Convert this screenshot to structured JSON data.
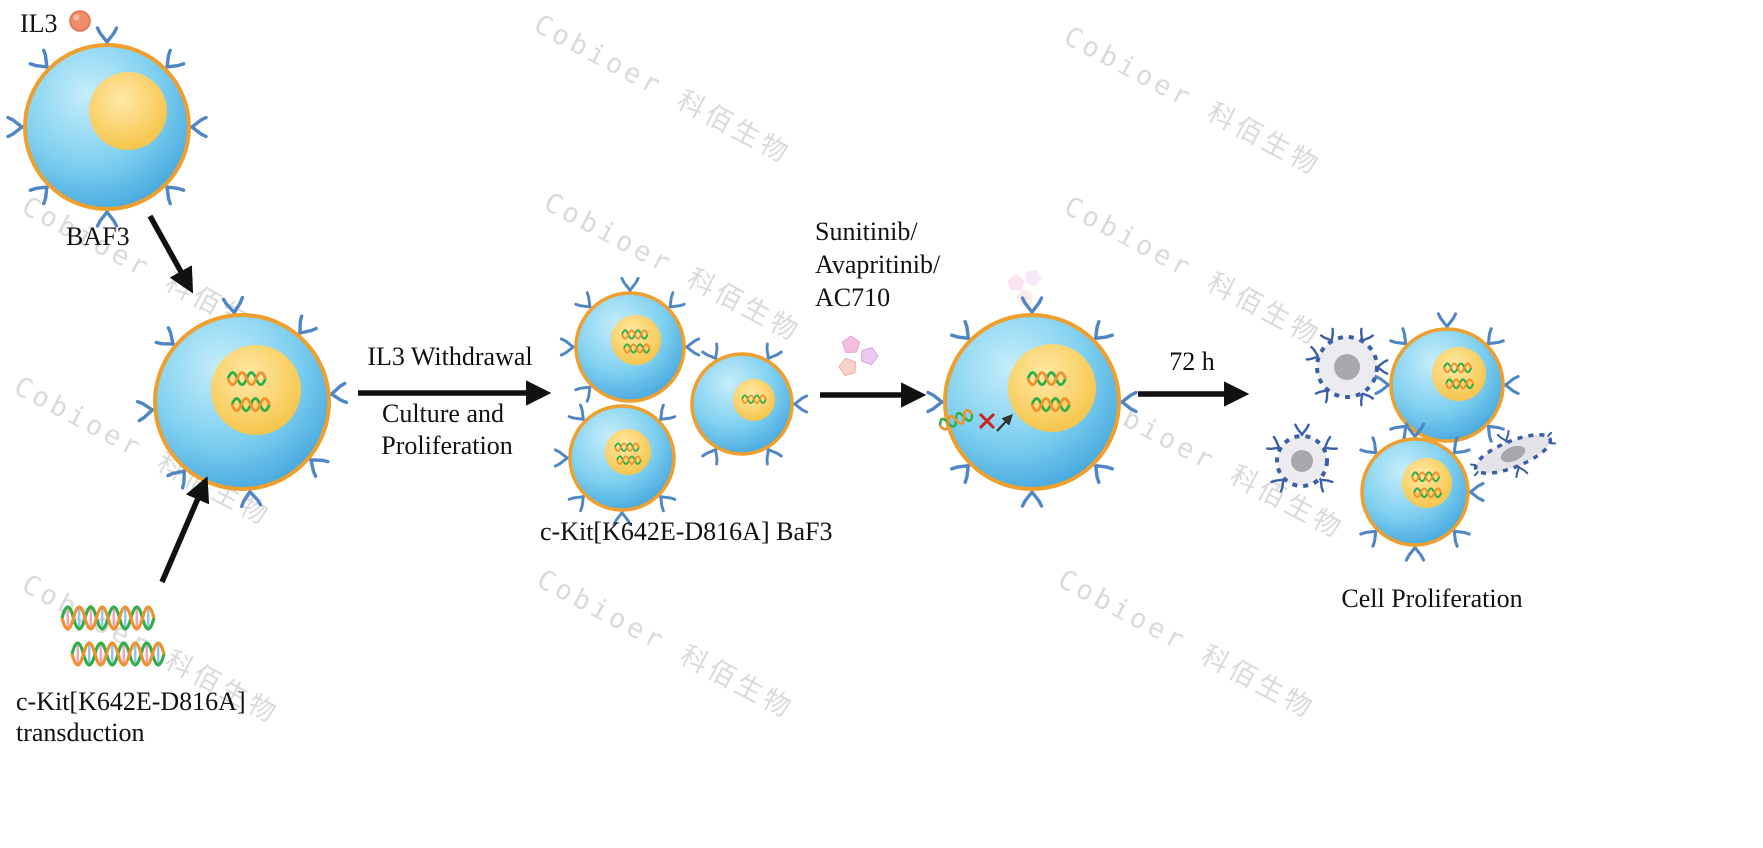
{
  "watermark": {
    "text": "Cobioer 科佰生物"
  },
  "colors": {
    "cell_body": "#7fd0f0",
    "cell_membrane": "#ee9f2e",
    "nucleus": "#f6c243",
    "receptor": "#4e86c6",
    "dna_strand_green": "#2fae4a",
    "dna_strand_orange": "#f0922b",
    "drug_pink": "#f6bede",
    "drug_lavender": "#ecc9f2",
    "drug_peach": "#fad2ca",
    "apoptotic_body": "#ececf0",
    "apoptotic_border": "#3a5fa8",
    "inhibition_red": "#d02020",
    "arrow": "#111111",
    "il3_ligand": "#ef8f6a",
    "watermark_gray": "#d2d2d2"
  },
  "labels": {
    "il3": "IL3",
    "baf3": "BAF3",
    "transduction": {
      "line1": "c-Kit[K642E-D816A]",
      "line2": "transduction"
    },
    "withdrawal": {
      "line1": "IL3 Withdrawal",
      "line2": "Culture and",
      "line3": "Proliferation"
    },
    "cluster": "c-Kit[K642E-D816A] BaF3",
    "drugs": {
      "line1": "Sunitinib/",
      "line2": "Avapritinib/",
      "line3": "AC710"
    },
    "duration": "72 h",
    "result": "Cell Proliferation"
  }
}
